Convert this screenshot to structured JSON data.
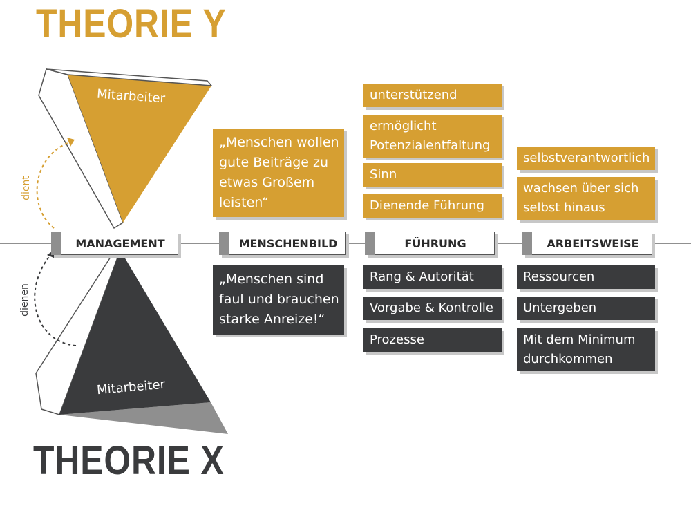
{
  "title_y": "THEORIE Y",
  "title_x": "THEORIE X",
  "triangle_y_label": "Mitarbeiter",
  "triangle_x_label": "Mitarbeiter",
  "arrow_dient": "dient",
  "arrow_dienen": "dienen",
  "bars": {
    "management": "MANAGEMENT",
    "menschenbild": "MENSCHENBILD",
    "fuehrung": "FÜHRUNG",
    "arbeitsweise": "ARBEITSWEISE"
  },
  "theory_y": {
    "menschenbild": [
      "„Menschen wollen",
      "gute Beiträge zu",
      "etwas Großem",
      "leisten“"
    ],
    "fuehrung": [
      "unterstützend",
      [
        "ermöglicht",
        "Potenzialentfaltung"
      ],
      "Sinn",
      "Dienende Führung"
    ],
    "arbeitsweise": [
      "selbstverantwortlich",
      [
        "wachsen über sich",
        "selbst hinaus"
      ]
    ]
  },
  "theory_x": {
    "menschenbild": [
      "„Menschen sind",
      "faul und brauchen",
      "starke Anreize!“"
    ],
    "fuehrung": [
      "Rang & Autorität",
      "Vorgabe & Kontrolle",
      "Prozesse"
    ],
    "arbeitsweise": [
      "Ressourcen",
      "Untergeben",
      [
        "Mit dem Minimum",
        "durchkommen"
      ]
    ]
  },
  "colors": {
    "gold": "#d69f32",
    "dark": "#3a3b3d",
    "shadow": "#c7c7c7",
    "gray": "#8f8f8f"
  }
}
